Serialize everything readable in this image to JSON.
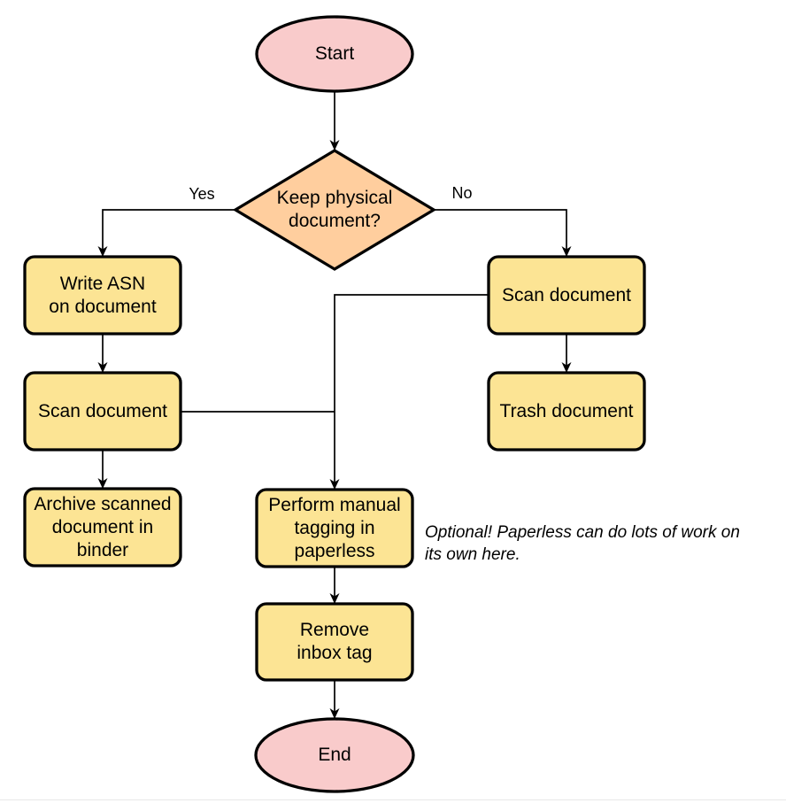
{
  "diagram": {
    "nodes": {
      "start": {
        "label": "Start"
      },
      "decision": {
        "label": "Keep physical\ndocument?"
      },
      "write_asn": {
        "label": "Write ASN\non document"
      },
      "scan_left": {
        "label": "Scan document"
      },
      "archive": {
        "label": "Archive scanned\ndocument in\nbinder"
      },
      "scan_right": {
        "label": "Scan document"
      },
      "trash": {
        "label": "Trash document"
      },
      "tagging": {
        "label": "Perform manual\ntagging in\npaperless"
      },
      "remove_inbox": {
        "label": "Remove\ninbox tag"
      },
      "end": {
        "label": "End"
      }
    },
    "edge_labels": {
      "yes": "Yes",
      "no": "No"
    },
    "note": "Optional! Paperless can do lots of work on\nits own here.",
    "colors": {
      "terminator_fill": "#F9CBCB",
      "decision_fill": "#FFCE9E",
      "process_fill": "#FCE494",
      "stroke": "#000000"
    }
  }
}
